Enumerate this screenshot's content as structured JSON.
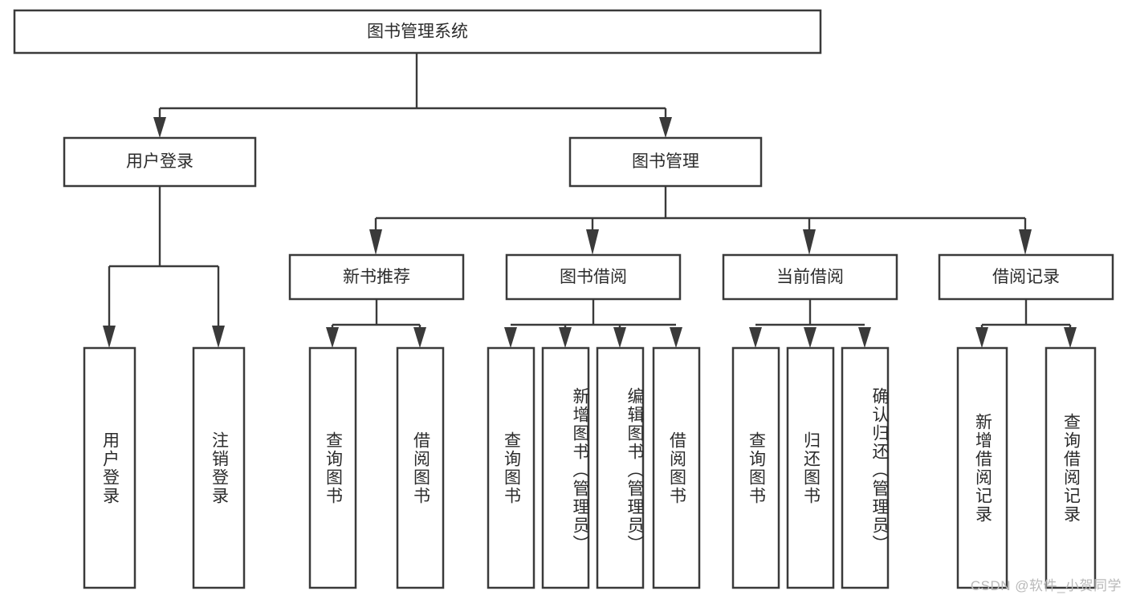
{
  "diagram": {
    "title": "图书管理系统",
    "type": "tree-hierarchy",
    "root": {
      "id": "root",
      "label": "图书管理系统"
    },
    "level2": [
      {
        "id": "user-login",
        "label": "用户登录"
      },
      {
        "id": "book-manage",
        "label": "图书管理"
      }
    ],
    "level3": [
      {
        "id": "new-book-rec",
        "label": "新书推荐",
        "parent": "book-manage"
      },
      {
        "id": "book-borrow",
        "label": "图书借阅",
        "parent": "book-manage"
      },
      {
        "id": "current-borrow",
        "label": "当前借阅",
        "parent": "book-manage"
      },
      {
        "id": "borrow-record",
        "label": "借阅记录",
        "parent": "book-manage"
      }
    ],
    "leaves": {
      "user-login": [
        {
          "id": "leaf-user-login",
          "label": "用户登录"
        },
        {
          "id": "leaf-logout",
          "label": "注销登录"
        }
      ],
      "new-book-rec": [
        {
          "id": "leaf-query-book-1",
          "label": "查询图书"
        },
        {
          "id": "leaf-borrow-book-1",
          "label": "借阅图书"
        }
      ],
      "book-borrow": [
        {
          "id": "leaf-query-book-2",
          "label": "查询图书"
        },
        {
          "id": "leaf-add-book",
          "label": "新增图书（管理员）"
        },
        {
          "id": "leaf-edit-book",
          "label": "编辑图书（管理员）"
        },
        {
          "id": "leaf-borrow-book-2",
          "label": "借阅图书"
        }
      ],
      "current-borrow": [
        {
          "id": "leaf-query-book-3",
          "label": "查询图书"
        },
        {
          "id": "leaf-return-book",
          "label": "归还图书"
        },
        {
          "id": "leaf-confirm-return",
          "label": "确认归还（管理员）"
        }
      ],
      "borrow-record": [
        {
          "id": "leaf-add-record",
          "label": "新增借阅记录"
        },
        {
          "id": "leaf-query-record",
          "label": "查询借阅记录"
        }
      ]
    }
  },
  "watermark": {
    "text": "CSDN @软件_小贺同学"
  },
  "colors": {
    "stroke": "#3a3a3a",
    "box_fill": "#ffffff",
    "text": "#2b2b2b",
    "watermark": "#b9b9b9",
    "background": "#ffffff"
  }
}
